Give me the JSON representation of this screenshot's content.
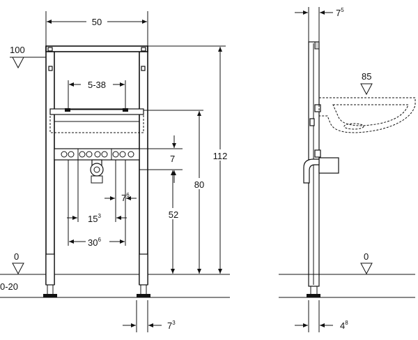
{
  "front": {
    "width": "50",
    "top_level": "100",
    "hanger": "5-38",
    "d7": "7",
    "d76_base": "7",
    "d76_sup": "6",
    "d153_base": "15",
    "d153_sup": "3",
    "d306_base": "30",
    "d306_sup": "6",
    "d52": "52",
    "d80": "80",
    "d112": "112",
    "zero_level": "0",
    "floor_range": "0-20",
    "d73_base": "7",
    "d73_sup": "3"
  },
  "side": {
    "d75_base": "7",
    "d75_sup": "5",
    "basin_level": "85",
    "zero_level": "0",
    "d48_base": "4",
    "d48_sup": "8"
  }
}
